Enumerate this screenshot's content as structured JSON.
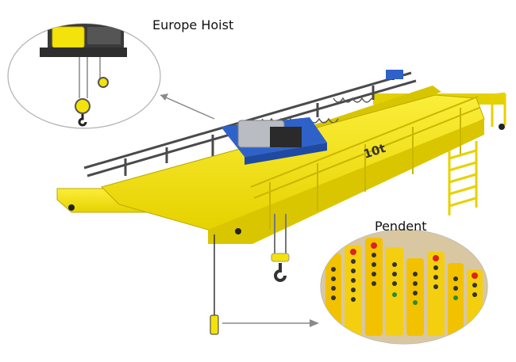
{
  "callouts": {
    "hoist_label": "Europe Hoist",
    "pendent_label": "Pendent"
  },
  "crane": {
    "capacity_marking": "10t"
  },
  "colors": {
    "crane_yellow": "#f4e30a",
    "crane_yellow_dark": "#c9b800",
    "trolley_blue": "#2f62c9",
    "motor_grey": "#b9bcc2",
    "rail_dark": "#4a4a4a",
    "leader_grey": "#8a8a8a"
  },
  "icons": {
    "hoist": "europe-hoist-icon",
    "pendent": "pendent-control-icon"
  }
}
